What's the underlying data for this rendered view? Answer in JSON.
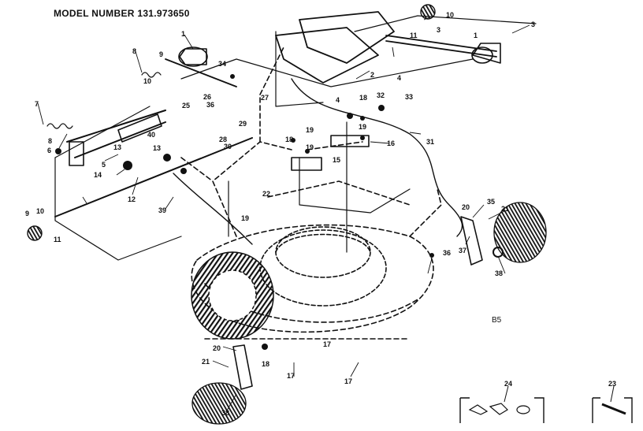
{
  "title": "MODEL NUMBER 131.973650",
  "section_ref": "B5",
  "colors": {
    "ink": "#111111",
    "paper": "#ffffff"
  },
  "callouts": [
    {
      "id": "c1",
      "label": "1"
    },
    {
      "id": "c2",
      "label": "2"
    },
    {
      "id": "c3",
      "label": "3"
    },
    {
      "id": "c4",
      "label": "4"
    },
    {
      "id": "c5",
      "label": "5"
    },
    {
      "id": "c6",
      "label": "6"
    },
    {
      "id": "c7",
      "label": "7"
    },
    {
      "id": "c8",
      "label": "8"
    },
    {
      "id": "c9",
      "label": "9"
    },
    {
      "id": "c10",
      "label": "10"
    },
    {
      "id": "c11",
      "label": "11"
    },
    {
      "id": "c12",
      "label": "12"
    },
    {
      "id": "c13",
      "label": "13"
    },
    {
      "id": "c14",
      "label": "14"
    },
    {
      "id": "c15",
      "label": "15"
    },
    {
      "id": "c16",
      "label": "16"
    },
    {
      "id": "c17",
      "label": "17"
    },
    {
      "id": "c18",
      "label": "18"
    },
    {
      "id": "c19",
      "label": "19"
    },
    {
      "id": "c20",
      "label": "20"
    },
    {
      "id": "c21",
      "label": "21"
    },
    {
      "id": "c22",
      "label": "22"
    },
    {
      "id": "c23",
      "label": "23"
    },
    {
      "id": "c24",
      "label": "24"
    },
    {
      "id": "c25",
      "label": "25"
    },
    {
      "id": "c26",
      "label": "26"
    },
    {
      "id": "c27",
      "label": "27"
    },
    {
      "id": "c28",
      "label": "28"
    },
    {
      "id": "c29",
      "label": "29"
    },
    {
      "id": "c30",
      "label": "30"
    },
    {
      "id": "c31",
      "label": "31"
    },
    {
      "id": "c32",
      "label": "32"
    },
    {
      "id": "c33",
      "label": "33"
    },
    {
      "id": "c34",
      "label": "34"
    },
    {
      "id": "c35",
      "label": "35"
    },
    {
      "id": "c36",
      "label": "36"
    },
    {
      "id": "c37",
      "label": "37"
    },
    {
      "id": "c38",
      "label": "38"
    },
    {
      "id": "c39",
      "label": "39"
    },
    {
      "id": "c40",
      "label": "40"
    },
    {
      "id": "c41",
      "label": "1"
    },
    {
      "id": "c42",
      "label": "8"
    },
    {
      "id": "c43",
      "label": "9"
    },
    {
      "id": "c44",
      "label": "10"
    },
    {
      "id": "c45",
      "label": "10"
    },
    {
      "id": "c46",
      "label": "11"
    },
    {
      "id": "c47",
      "label": "3"
    },
    {
      "id": "c48",
      "label": "4"
    },
    {
      "id": "c49",
      "label": "18"
    },
    {
      "id": "c50",
      "label": "19"
    },
    {
      "id": "c51",
      "label": "19"
    },
    {
      "id": "c52",
      "label": "18"
    },
    {
      "id": "c53",
      "label": "17"
    },
    {
      "id": "c54",
      "label": "17"
    },
    {
      "id": "c55",
      "label": "19"
    },
    {
      "id": "c56",
      "label": "13"
    },
    {
      "id": "c57",
      "label": "20"
    },
    {
      "id": "c58",
      "label": "21"
    },
    {
      "id": "c59",
      "label": "36"
    },
    {
      "id": "c60",
      "label": "38"
    }
  ]
}
